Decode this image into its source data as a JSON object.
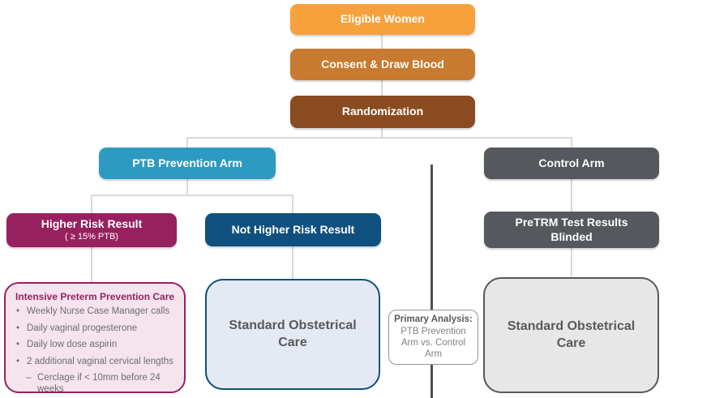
{
  "nodes": {
    "eligible_women": {
      "label": "Eligible Women",
      "color": "#F6A13C"
    },
    "consent_draw_blood": {
      "label": "Consent & Draw Blood",
      "color": "#C87A30"
    },
    "randomization": {
      "label": "Randomization",
      "color": "#8B4B20"
    },
    "ptb_prevention_arm": {
      "label": "PTB Prevention Arm",
      "color": "#2D9BC1"
    },
    "control_arm": {
      "label": "Control Arm",
      "color": "#55585C"
    },
    "higher_risk": {
      "label": "Higher Risk Result",
      "sublabel": "( ≥ 15% PTB)",
      "color": "#97215F"
    },
    "not_higher_risk": {
      "label": "Not Higher Risk Result",
      "color": "#10507E"
    },
    "pretrm_blinded": {
      "label": "PreTRM Test Results Blinded",
      "color": "#55585C"
    },
    "intensive_care": {
      "title": "Intensive Preterm Prevention Care",
      "bullets": [
        "Weekly Nurse Case Manager calls",
        "Daily vaginal progesterone",
        "Daily low dose aspirin",
        "2 additional vaginal cervical lengths"
      ],
      "sub_bullet": "Cerclage if < 10mm before 24 weeks",
      "bg": "#F5E3EE",
      "border": "#97215F"
    },
    "standard_care_left": {
      "label": "Standard Obstetrical Care",
      "bg": "#E4E9F3",
      "border": "#10507E"
    },
    "standard_care_right": {
      "label": "Standard Obstetrical Care",
      "bg": "#E7E7E8",
      "border": "#55585C"
    },
    "primary_analysis": {
      "title": "Primary Analysis:",
      "body": "PTB Prevention Arm vs. Control Arm",
      "bg": "#FFFFFF",
      "border": "#939598"
    }
  },
  "connector_color": "#D8D9DA",
  "divider_color": "#4D4F53"
}
